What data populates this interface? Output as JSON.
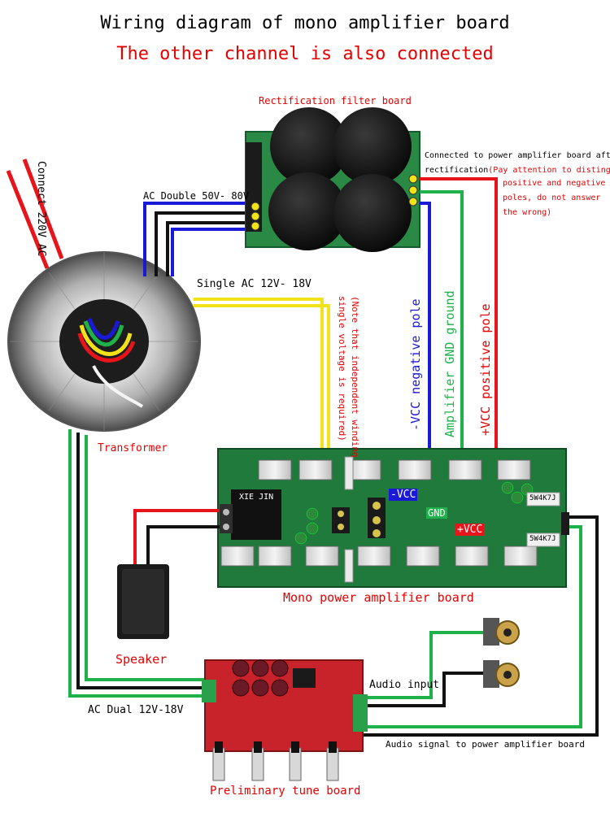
{
  "title": "Wiring diagram of mono amplifier board",
  "subtitle": "The other channel is also connected",
  "labels": {
    "rectifier_board": "Rectification filter board",
    "rectifier_note_line1": "Connected to power amplifier board after",
    "rectifier_note_line2a": "rectification",
    "rectifier_note_line2b": "(Pay attention to distinguish",
    "rectifier_note_line3": "positive and negative",
    "rectifier_note_line4": "poles, do not answer",
    "rectifier_note_line5": "the wrong)",
    "connect_220v": "Connect 220V AC",
    "ac_double": "AC Double 50V- 80V",
    "single_ac": "Single AC  12V- 18V",
    "note_winding_line1": "(Note that independent winding",
    "note_winding_line2": "single voltage is required)",
    "vcc_negative": "-VCC negative pole",
    "amp_gnd": "Amplifier GND ground",
    "vcc_positive": "+VCC positive pole",
    "transformer": "Transformer",
    "board_neg_vcc": "-VCC",
    "board_gnd": "GND",
    "board_pos_vcc": "+VCC",
    "relay_text": "XIE JIN",
    "resistor_1": "5W4K7J",
    "resistor_2": "5W4K7J",
    "mono_board": "Mono power amplifier board",
    "speaker": "Speaker",
    "audio_input": "Audio input",
    "ac_dual": "AC Dual 12V-18V",
    "audio_signal": "Audio signal to power amplifier board",
    "preamp_board": "Preliminary tune board"
  },
  "colors": {
    "red_wire": "#e8141b",
    "black_wire": "#111111",
    "blue_wire": "#1a1ad6",
    "yellow_wire": "#f2e21a",
    "green_wire": "#1fb24a",
    "pcb_green": "#1f7a3c",
    "pcb_red": "#c8222a"
  }
}
